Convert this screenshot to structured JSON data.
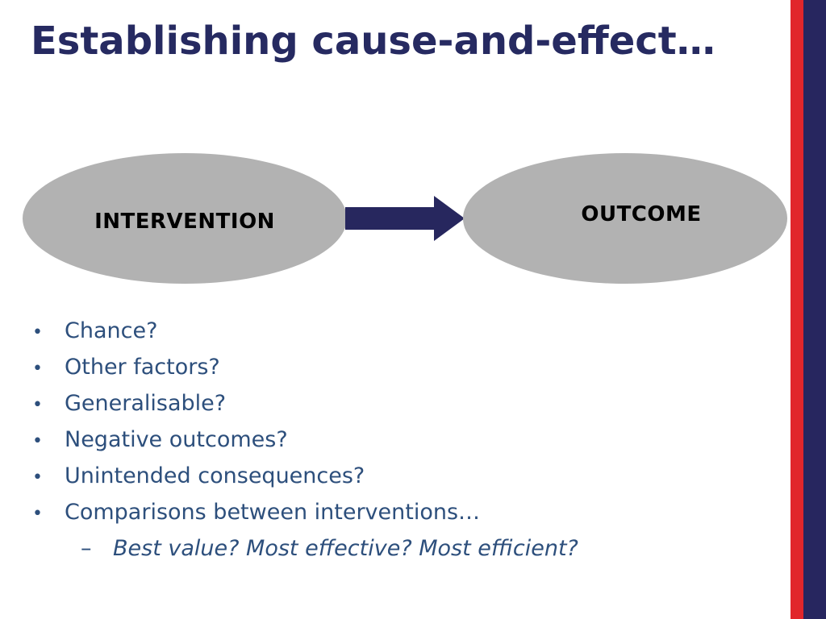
{
  "slide": {
    "title": "Establishing cause-and-effect…",
    "colors": {
      "title": "#262a61",
      "body_text": "#2d4f7c",
      "ellipse_fill": "#b2b2b2",
      "arrow": "#27275e",
      "bar_red": "#e1262b",
      "bar_navy": "#27265f"
    }
  },
  "diagram": {
    "left_node": "INTERVENTION",
    "right_node": "OUTCOME"
  },
  "bullets": [
    "Chance?",
    "Other factors?",
    "Generalisable?",
    "Negative outcomes?",
    "Unintended consequences?",
    "Comparisons between interventions…"
  ],
  "sub_bullet": "Best value? Most effective? Most efficient?"
}
